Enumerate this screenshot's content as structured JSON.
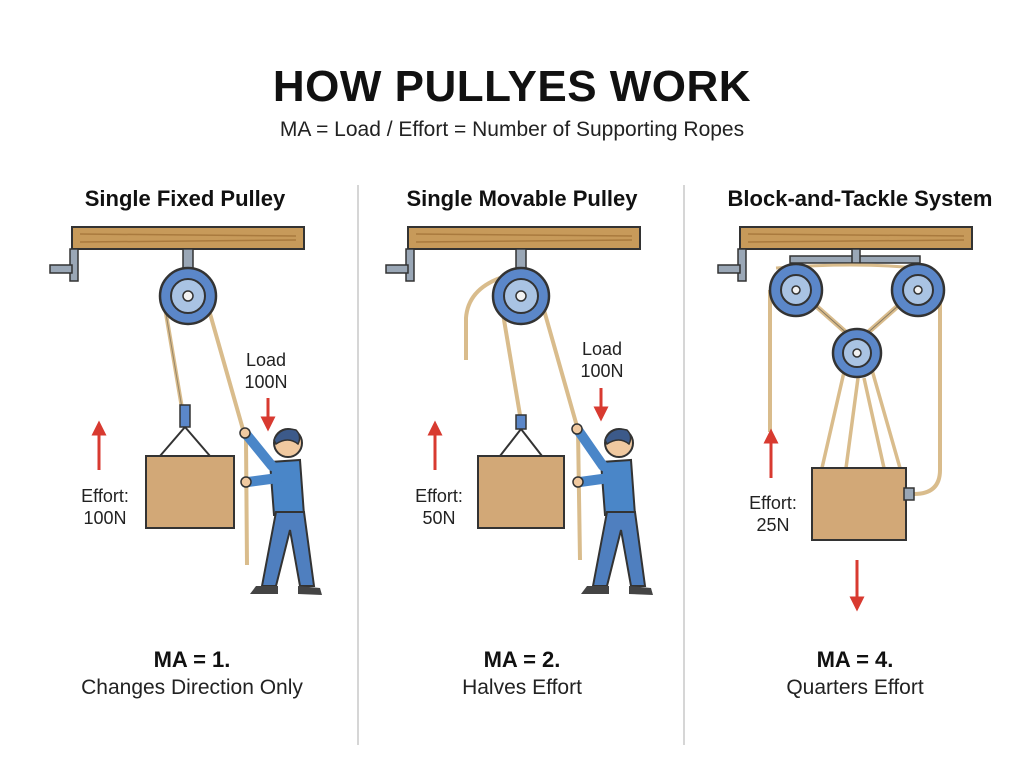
{
  "header": {
    "title": "HOW PULLYES WORK",
    "subtitle": "MA = Load / Effort = Number of Supporting Ropes"
  },
  "panels": [
    {
      "title": "Single Fixed Pulley",
      "load_label": "Load",
      "load_value": "100N",
      "effort_label": "Effort:",
      "effort_value": "100N",
      "ma": "MA = 1.",
      "description": "Changes Direction Only"
    },
    {
      "title": "Single Movable Pulley",
      "load_label": "Load",
      "load_value": "100N",
      "effort_label": "Effort:",
      "effort_value": "50N",
      "ma": "MA = 2.",
      "description": "Halves Effort"
    },
    {
      "title": "Block-and-Tackle System",
      "effort_label": "Effort:",
      "effort_value": "25N",
      "ma": "MA = 4.",
      "description": "Quarters Effort"
    }
  ],
  "colors": {
    "wood": "#c79a5a",
    "pulley_blue": "#5b87c9",
    "rope": "#d9bc8c",
    "box": "#d2a877",
    "arrow_red": "#d83a30",
    "shirt_blue": "#4a86c8",
    "pants_blue": "#4f7fbf"
  }
}
